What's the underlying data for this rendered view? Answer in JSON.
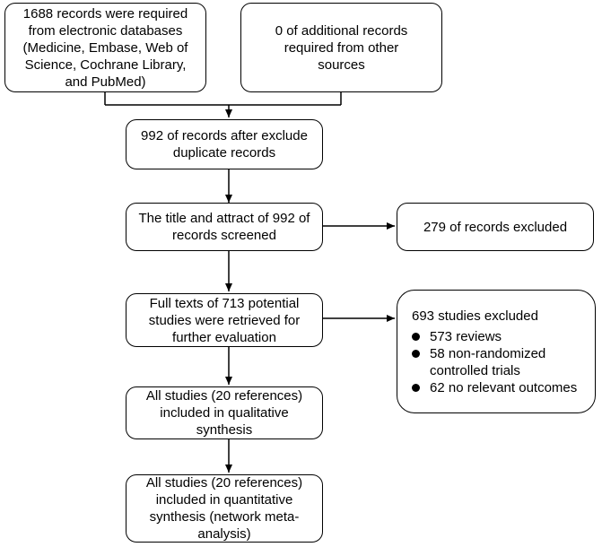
{
  "nodes": {
    "db_records": "1688 records were required from electronic databases (Medicine, Embase, Web of Science, Cochrane Library, and PubMed)",
    "other_records": "0 of additional records required from other sources",
    "after_duplicates": "992 of records after exclude duplicate records",
    "screened": "The title and attract of 992 of records screened",
    "excluded_screen": "279 of records excluded",
    "full_texts": "Full texts of 713 potential studies were retrieved for further evaluation",
    "excluded_full": {
      "title": "693 studies excluded",
      "items": [
        "573 reviews",
        "58 non-randomized controlled trials",
        "62 no relevant outcomes"
      ]
    },
    "qualitative": "All studies (20 references) included in qualitative synthesis",
    "quantitative": "All studies (20 references) included in quantitative synthesis (network meta-analysis)"
  }
}
